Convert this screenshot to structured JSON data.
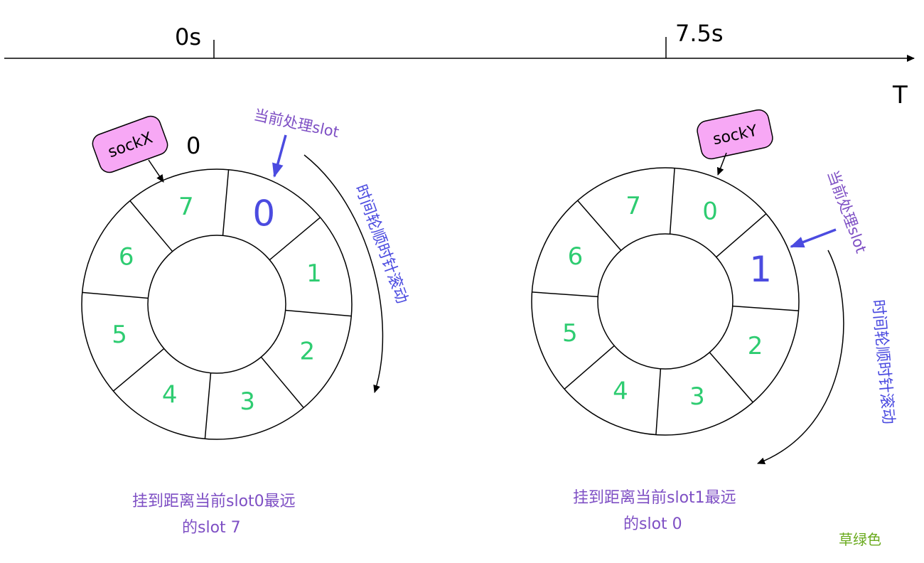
{
  "timeline": {
    "tick_labels": [
      "0s",
      "7.5s"
    ],
    "axis_label": "T"
  },
  "wheels": [
    {
      "socket_label": "sockX",
      "slot_marker": "0",
      "slot_numbers": [
        "0",
        "1",
        "2",
        "3",
        "4",
        "5",
        "6",
        "7"
      ],
      "current_slot": 0,
      "current_label": "当前处理slot",
      "rotation_label": "时间轮顺时针滚动",
      "caption_line1": "挂到距离当前slot0最远",
      "caption_line2": "的slot 7"
    },
    {
      "socket_label": "sockY",
      "slot_numbers": [
        "0",
        "1",
        "2",
        "3",
        "4",
        "5",
        "6",
        "7"
      ],
      "current_slot": 1,
      "current_label": "当前处理slot",
      "rotation_label": "时间轮顺时针滚动",
      "caption_line1": "挂到距离当前slot1最远",
      "caption_line2": "的slot 0"
    }
  ],
  "footnote": "草绿色",
  "colors": {
    "slot_number": "#2ecc71",
    "current_slot": "#4b4be0",
    "annotation": "#7e4fc4",
    "socket_fill": "#f7a8f5",
    "footnote": "#6aaa1e",
    "line": "#000000"
  }
}
